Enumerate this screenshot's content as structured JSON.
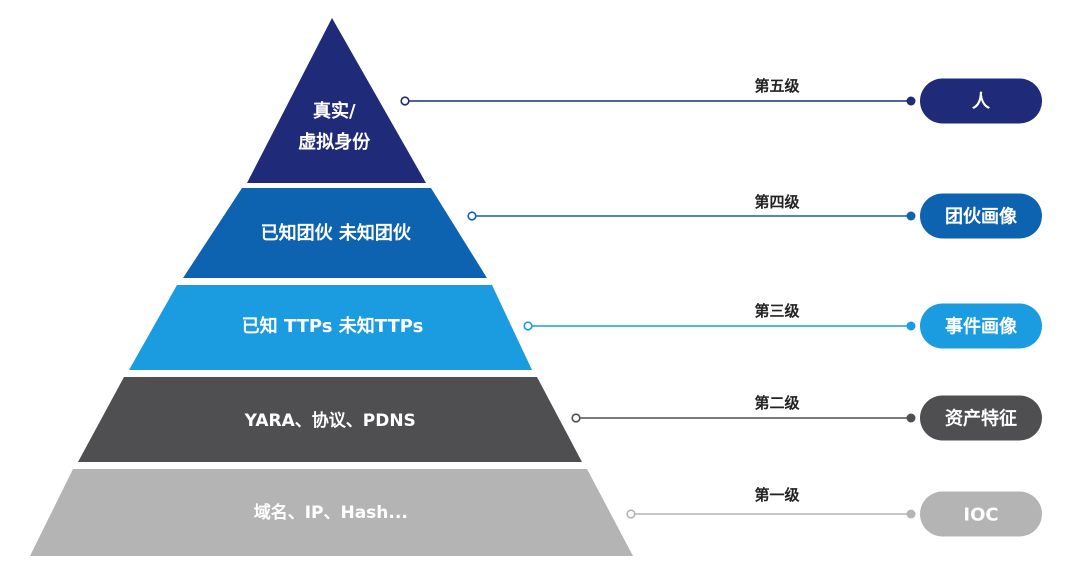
{
  "pyramid": {
    "layers": [
      {
        "lines": [
          "真实/",
          "虚拟身份"
        ],
        "level_label": "第五级",
        "category": "人",
        "color": "#1f2a78"
      },
      {
        "lines": [
          "已知团伙   未知团伙"
        ],
        "level_label": "第四级",
        "category": "团伙画像",
        "color": "#0d63b0"
      },
      {
        "lines": [
          "已知 TTPs   未知TTPs"
        ],
        "level_label": "第三级",
        "category": "事件画像",
        "color": "#1b9be0"
      },
      {
        "lines": [
          "YARA、协议、PDNS"
        ],
        "level_label": "第二级",
        "category": "资产特征",
        "color": "#4f4f51"
      },
      {
        "lines": [
          "域名、IP、Hash..."
        ],
        "level_label": "第一级",
        "category": "IOC",
        "color": "#b4b4b4"
      }
    ]
  }
}
